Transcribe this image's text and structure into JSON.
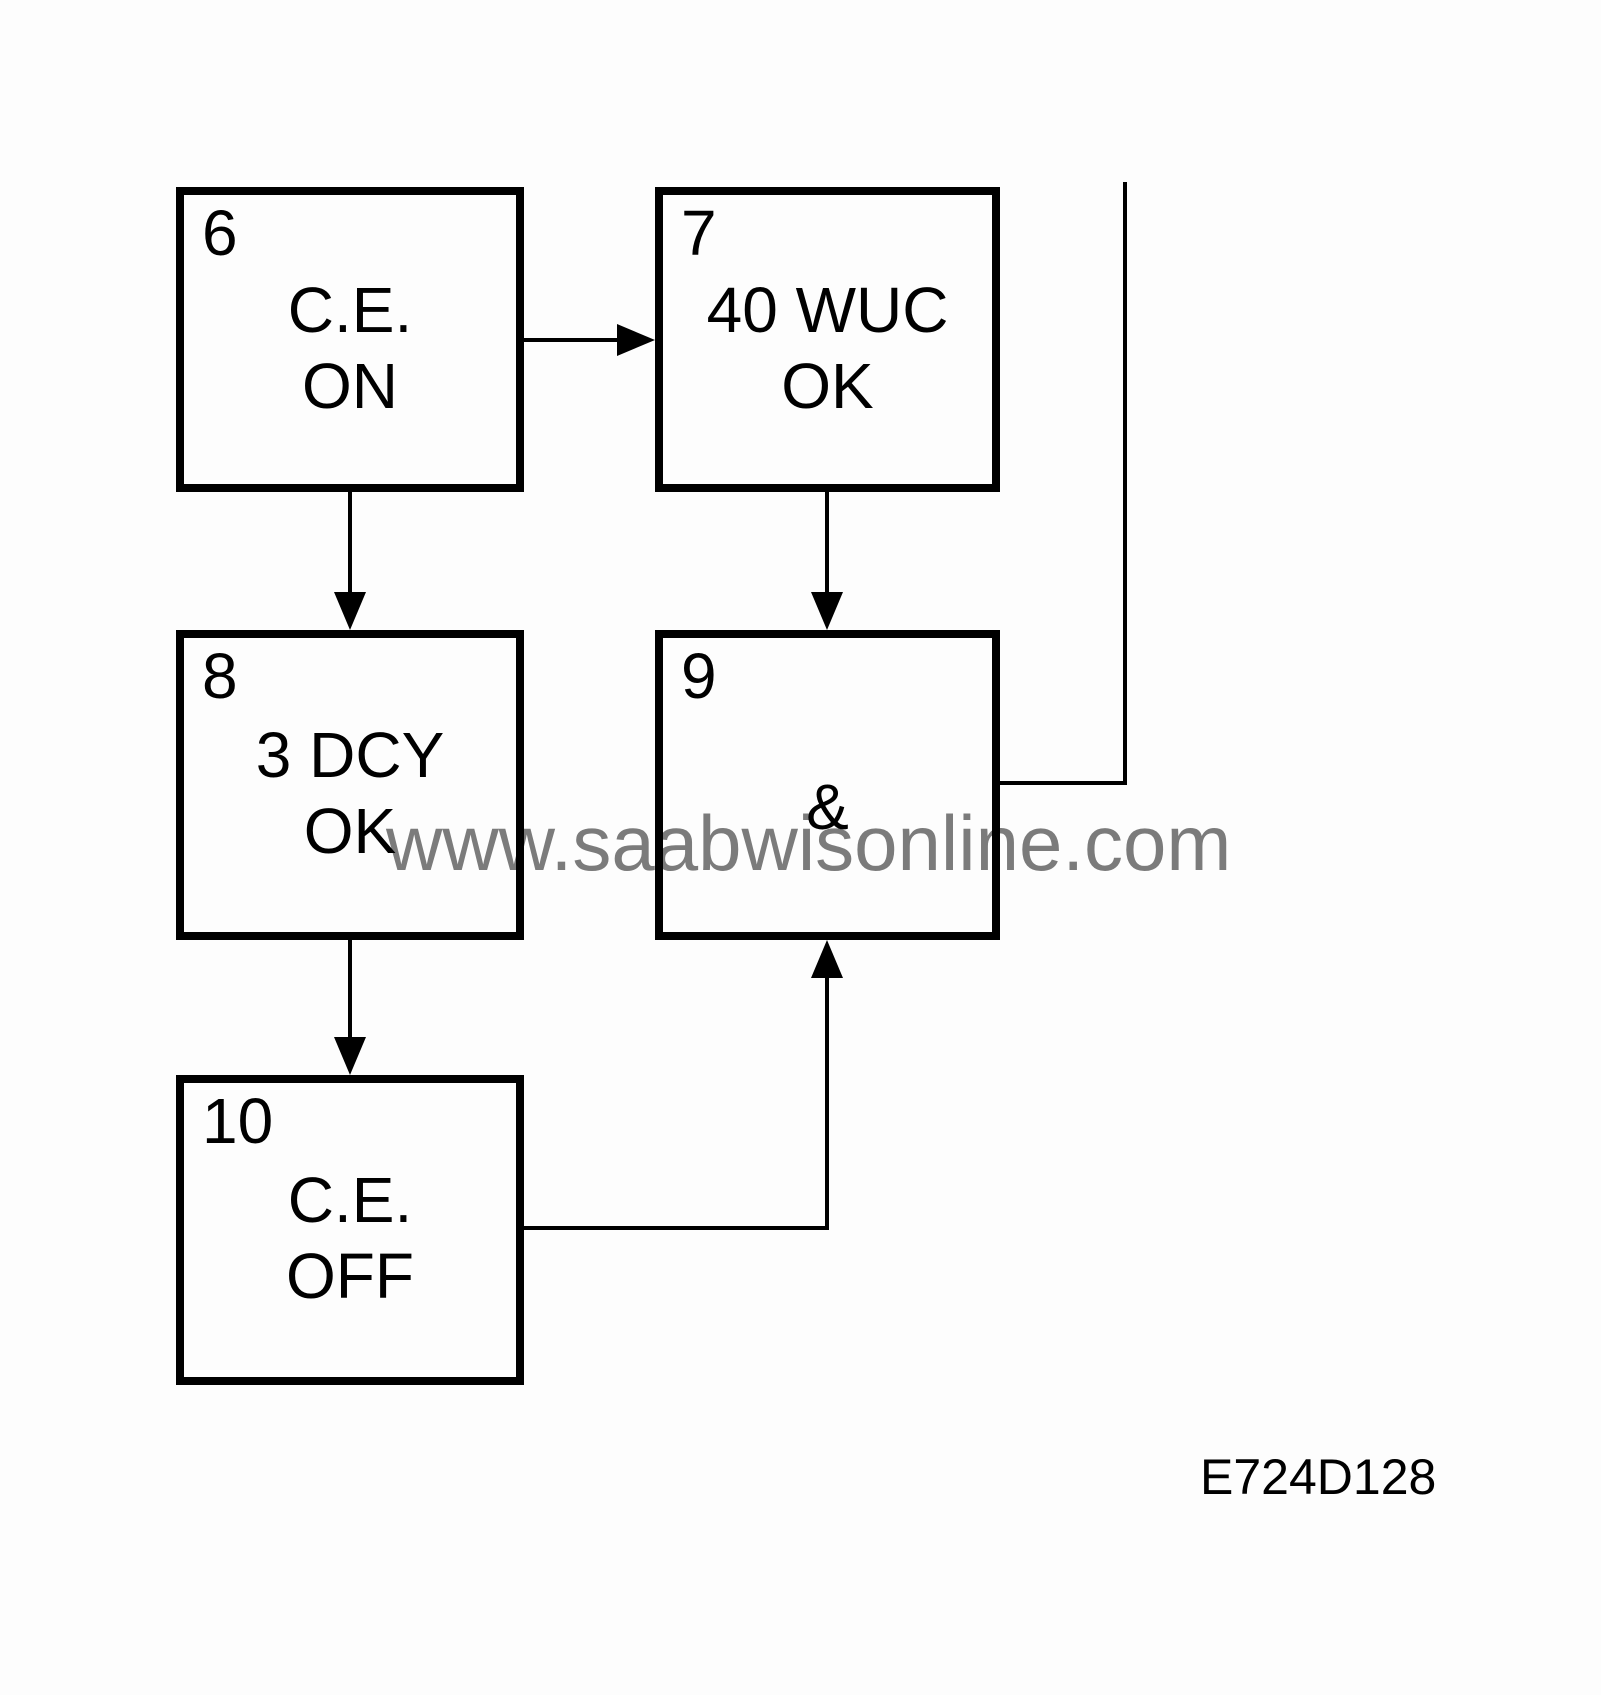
{
  "diagram": {
    "type": "flowchart",
    "watermark": "www.saabwisonline.com",
    "figure_code": "E724D128",
    "colors": {
      "line": "#000000",
      "background": "#fdfdfd",
      "watermark_gray": "#7b7b7b"
    },
    "boxes": [
      {
        "num": "6",
        "line1": "C.E.",
        "line2": "ON"
      },
      {
        "num": "7",
        "line1": "40 WUC",
        "line2": "OK"
      },
      {
        "num": "8",
        "line1": "3 DCY",
        "line2": "OK"
      },
      {
        "num": "9",
        "line1": "&",
        "line2": ""
      },
      {
        "num": "10",
        "line1": "C.E.",
        "line2": "OFF"
      }
    ],
    "connections": [
      {
        "from": "6",
        "to": "7",
        "style": "arrow-right"
      },
      {
        "from": "6",
        "to": "8",
        "style": "arrow-down"
      },
      {
        "from": "7",
        "to": "9",
        "style": "arrow-down"
      },
      {
        "from": "8",
        "to": "10",
        "style": "arrow-down"
      },
      {
        "from": "10",
        "to": "9",
        "style": "elbow-arrow-up-into-bottom"
      },
      {
        "from": "9",
        "to": "top-edge",
        "style": "elbow-line-up-feedback"
      }
    ]
  }
}
